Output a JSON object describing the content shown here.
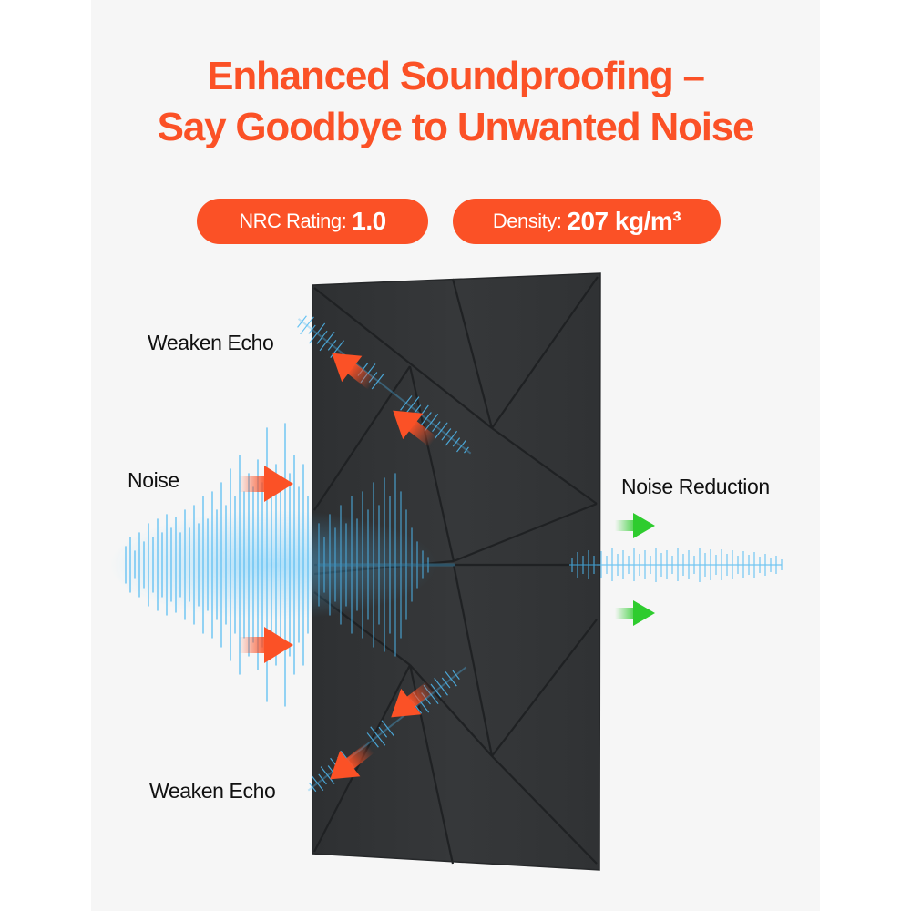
{
  "header": {
    "title_line1": "Enhanced Soundproofing –",
    "title_line2": "Say Goodbye to Unwanted Noise"
  },
  "specs": [
    {
      "label": "NRC Rating:",
      "value": "1.0"
    },
    {
      "label": "Density:",
      "value": "207 kg/m³"
    }
  ],
  "labels": {
    "echo_top": "Weaken Echo",
    "noise": "Noise",
    "noise_reduction": "Noise Reduction",
    "echo_bottom": "Weaken Echo"
  },
  "colors": {
    "accent": "#fb5126",
    "panel": "#333537",
    "wave": "#3fb4f0",
    "reduction_arrow": "#2ecc2e",
    "background": "#f6f6f6"
  },
  "icons": {
    "incoming_arrows": "arrow-right-icon",
    "echo_arrows": "arrow-diagonal-icon",
    "reduction_arrows": "green-arrow-right-icon",
    "product": "acoustic-panel"
  }
}
